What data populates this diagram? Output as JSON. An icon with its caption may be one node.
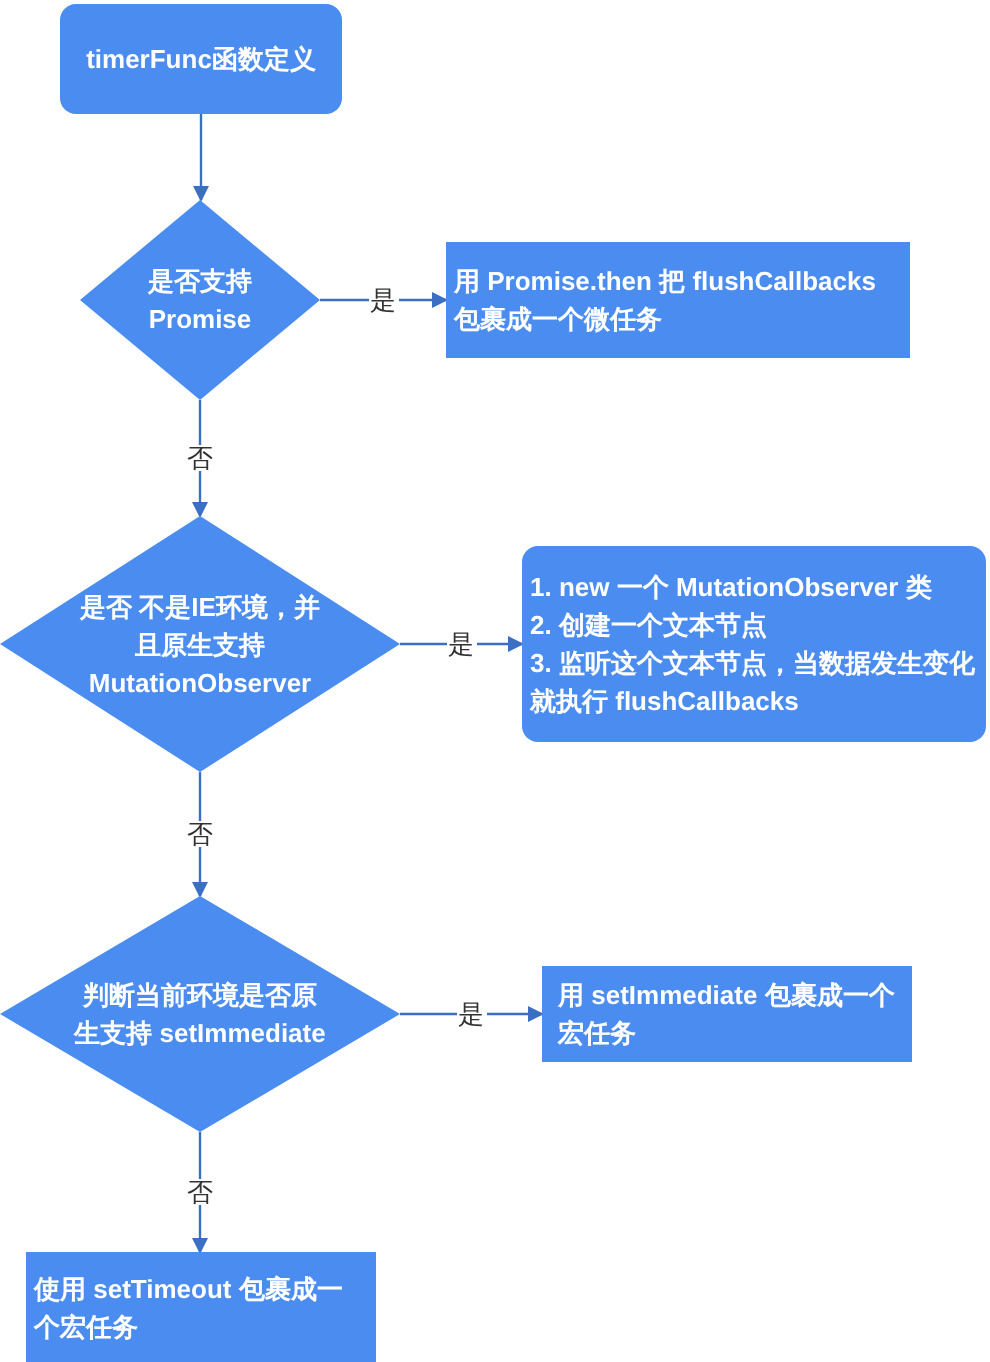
{
  "diagram": {
    "nodes": [
      {
        "text": [
          "timerFunc函数定义"
        ]
      },
      {
        "text": [
          "是否支持 Promise"
        ]
      },
      {
        "text": [
          "用 Promise.then 把 flushCallbacks 包裹成一个微任务"
        ]
      },
      {
        "text": [
          "是否 不是IE环境，并且原生支持 MutationObserver"
        ]
      },
      {
        "text": [
          "1. new 一个 MutationObserver 类",
          "2. 创建一个文本节点",
          "3. 监听这个文本节点，当数据发生变化就执行 flushCallbacks"
        ]
      },
      {
        "text": [
          "判断当前环境是否原生支持 setImmediate"
        ]
      },
      {
        "text": [
          "用 setImmediate 包裹成一个宏任务"
        ]
      },
      {
        "text": [
          "使用 setTimeout 包裹成一个宏任务"
        ]
      }
    ],
    "edges": [
      {
        "from": 0,
        "to": 1,
        "arrow": "to"
      },
      {
        "from": 1,
        "to": 2,
        "arrow": "to",
        "label": "是"
      },
      {
        "from": 1,
        "to": 3,
        "arrow": "to",
        "label": "否"
      },
      {
        "from": 3,
        "to": 4,
        "arrow": "to",
        "label": "是"
      },
      {
        "from": 3,
        "to": 5,
        "arrow": "to",
        "label": "否"
      },
      {
        "from": 5,
        "to": 6,
        "arrow": "to",
        "label": "是"
      },
      {
        "from": 5,
        "to": 7,
        "arrow": "to",
        "label": "否"
      }
    ]
  }
}
